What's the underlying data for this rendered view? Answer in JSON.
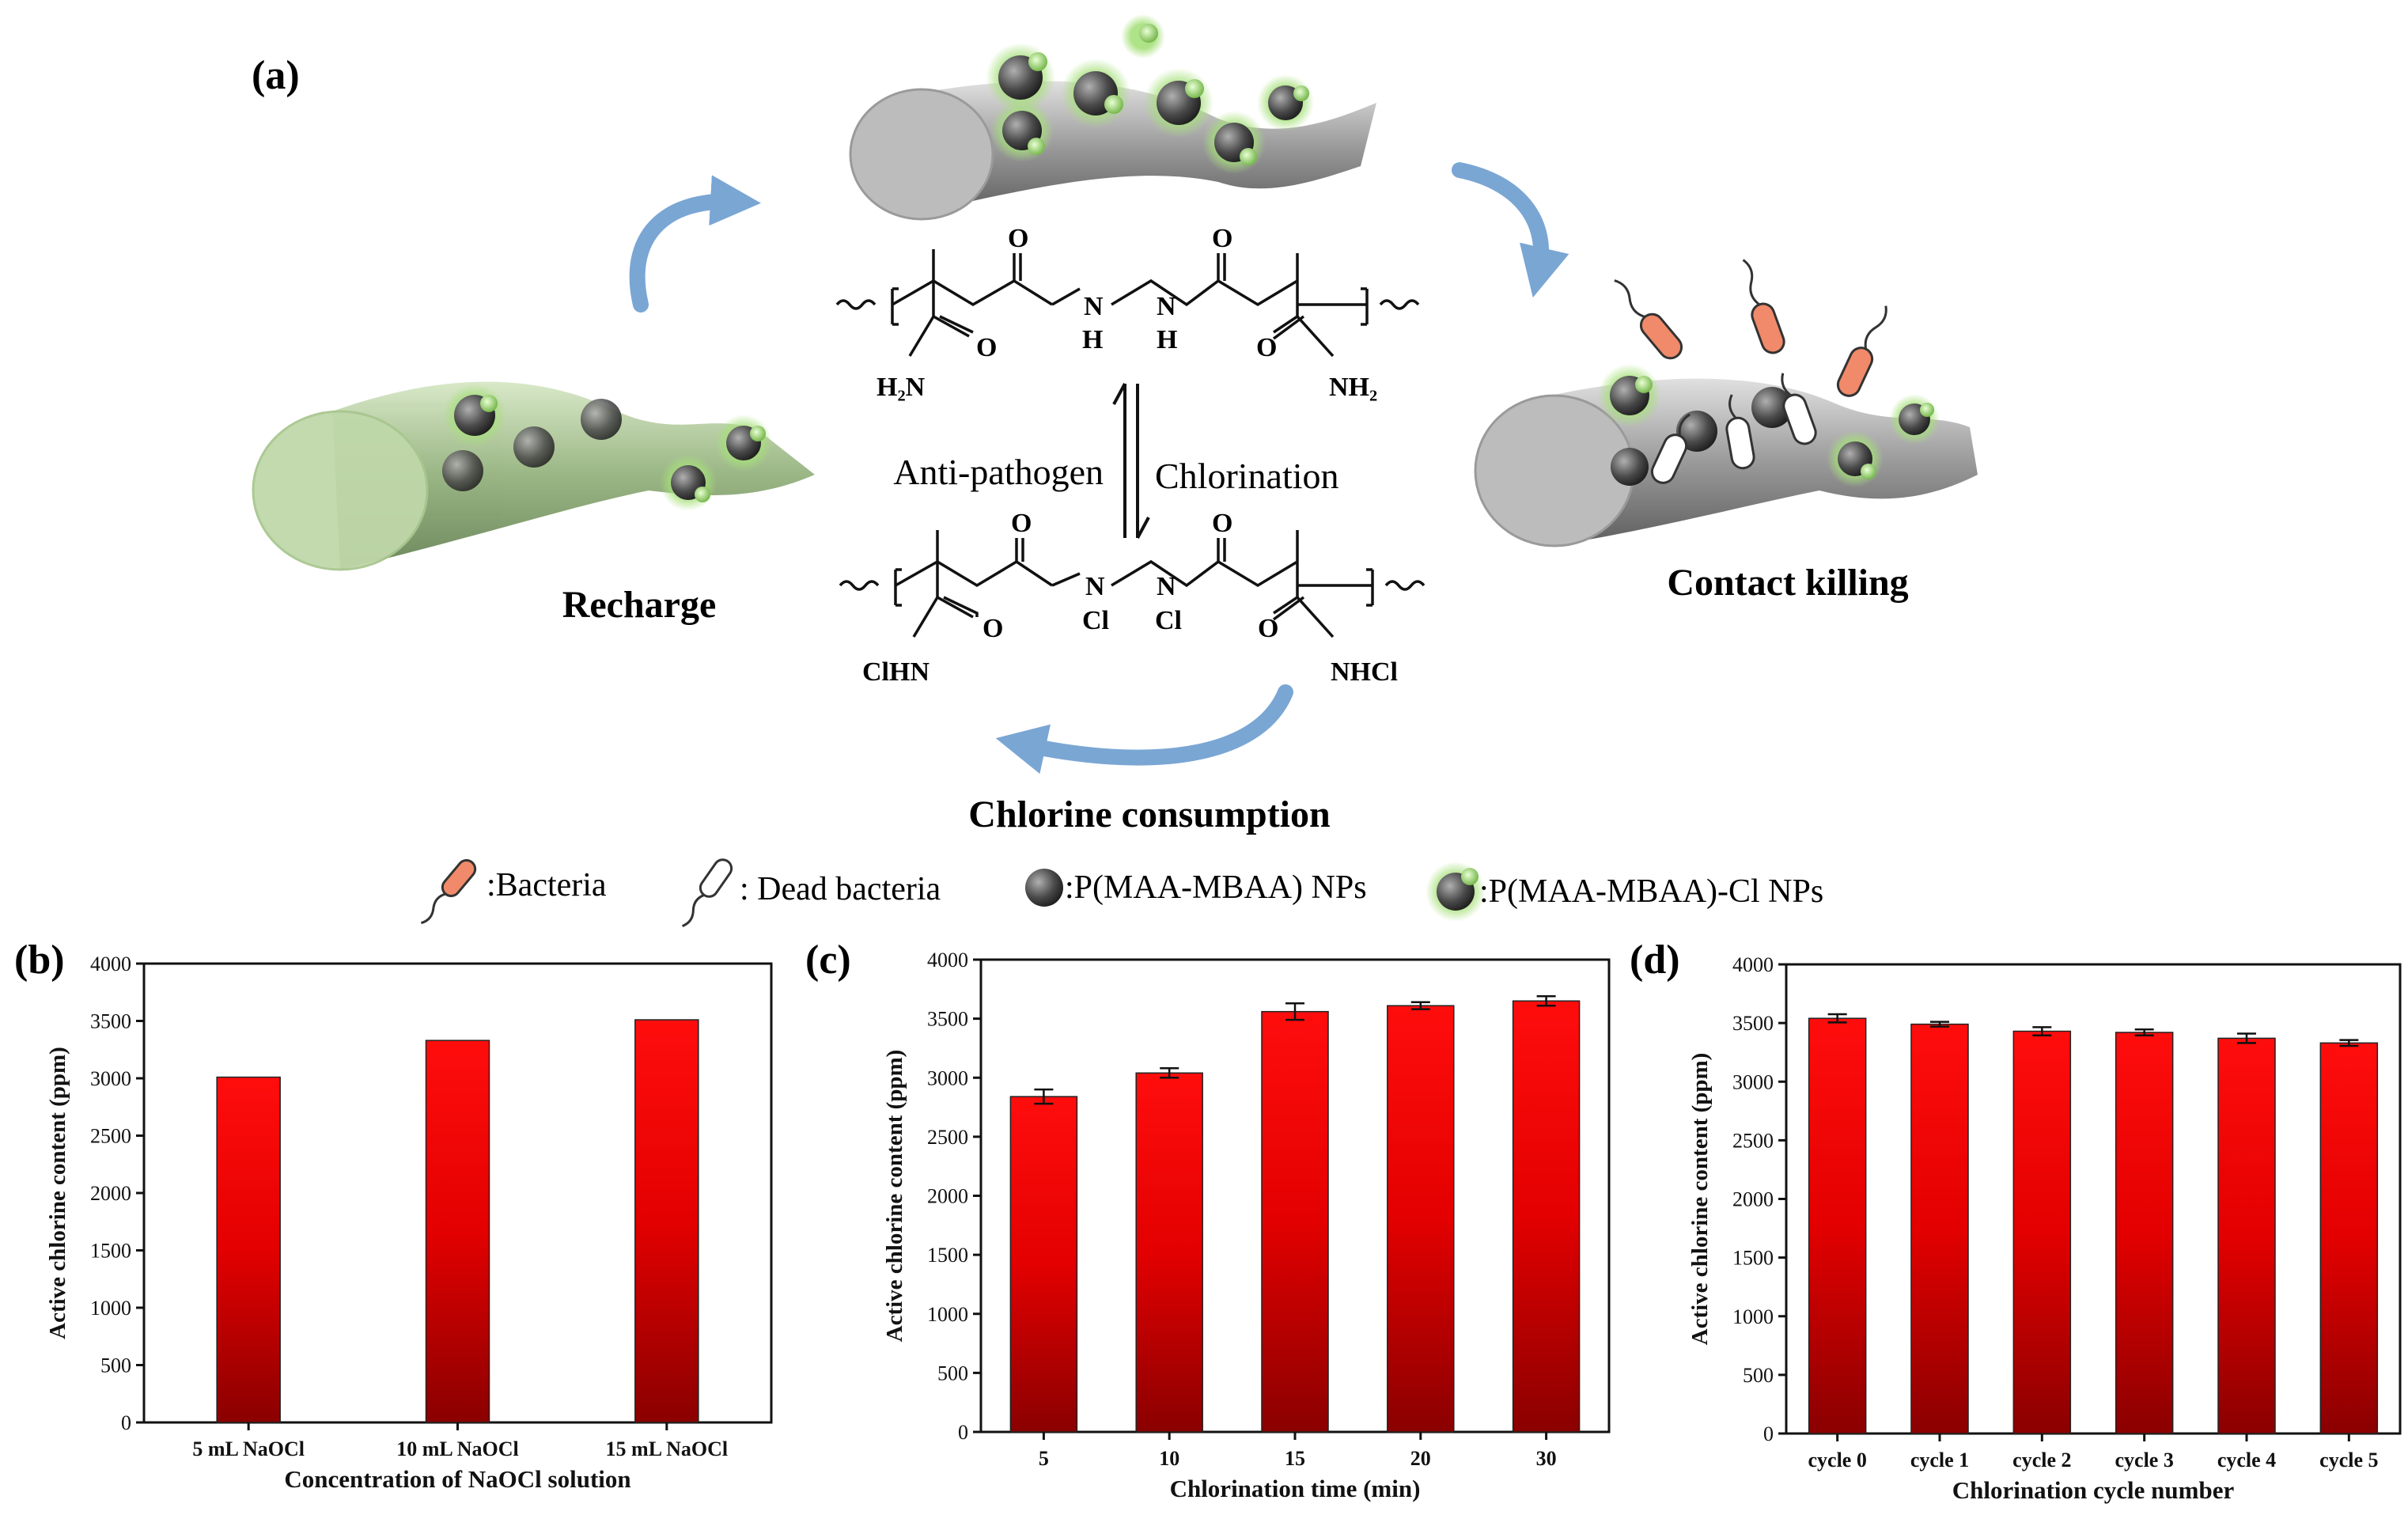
{
  "figure": {
    "panel_labels": [
      "(a)",
      "(b)",
      "(c)",
      "(d)"
    ],
    "scheme": {
      "recharge": "Recharge",
      "contact_killing": "Contact killing",
      "chlorine_consumption": "Chlorine consumption",
      "anti_pathogen": "Anti-pathogen",
      "chlorination": "Chlorination",
      "chem_top": {
        "left_end": "H₂N",
        "right_end": "NH₂",
        "n1": "N",
        "n2": "N",
        "h1": "H",
        "h2": "H",
        "o_labels": [
          "O",
          "O",
          "O",
          "O"
        ]
      },
      "chem_bottom": {
        "left_end": "ClHN",
        "right_end": "NHCl",
        "n1": "N",
        "n2": "N",
        "cl1": "Cl",
        "cl2": "Cl",
        "o_labels": [
          "O",
          "O",
          "O",
          "O"
        ]
      }
    },
    "legend": {
      "bacteria": ":Bacteria",
      "dead_bacteria": ": Dead bacteria",
      "nps": ":P(MAA-MBAA) NPs",
      "cl_nps": ":P(MAA-MBAA)-Cl NPs"
    },
    "colors": {
      "bar_top": "#ff0d0d",
      "bar_bottom": "#8a0000",
      "fiber_gray": "#9a9a9a",
      "fiber_green": "#a8c98a",
      "arrow_blue": "#7aa6d4",
      "bacteria": "#f08a6a",
      "glow": "#a6e07a"
    }
  },
  "chart_data": [
    {
      "type": "bar",
      "panel": "(b)",
      "categories": [
        "5 mL NaOCl",
        "10 mL NaOCl",
        "15 mL NaOCl"
      ],
      "values": [
        3010,
        3330,
        3510
      ],
      "errors": null,
      "xlabel": "Concentration of NaOCl solution",
      "ylabel": "Active chlorine content (ppm)",
      "ylim": [
        0,
        4000
      ],
      "yticks": [
        0,
        500,
        1000,
        1500,
        2000,
        2500,
        3000,
        3500,
        4000
      ]
    },
    {
      "type": "bar",
      "panel": "(c)",
      "categories": [
        "5",
        "10",
        "15",
        "20",
        "30"
      ],
      "values": [
        2840,
        3040,
        3560,
        3610,
        3650
      ],
      "errors": [
        60,
        40,
        70,
        30,
        40
      ],
      "xlabel": "Chlorination time (min)",
      "ylabel": "Active chlorine content (ppm)",
      "ylim": [
        0,
        4000
      ],
      "yticks": [
        0,
        500,
        1000,
        1500,
        2000,
        2500,
        3000,
        3500,
        4000
      ]
    },
    {
      "type": "bar",
      "panel": "(d)",
      "categories": [
        "cycle 0",
        "cycle 1",
        "cycle 2",
        "cycle 3",
        "cycle 4",
        "cycle 5"
      ],
      "values": [
        3540,
        3490,
        3430,
        3420,
        3370,
        3330
      ],
      "errors": [
        35,
        20,
        35,
        25,
        40,
        25
      ],
      "xlabel": "Chlorination cycle number",
      "ylabel": "Active chlorine content (ppm)",
      "ylim": [
        0,
        4000
      ],
      "yticks": [
        0,
        500,
        1000,
        1500,
        2000,
        2500,
        3000,
        3500,
        4000
      ]
    }
  ]
}
